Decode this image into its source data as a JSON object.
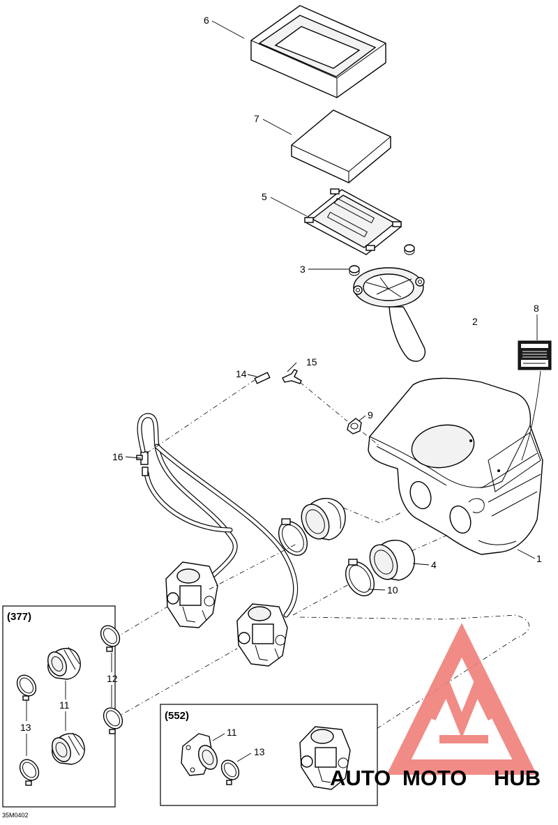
{
  "diagram_code": "35M0402",
  "callouts": {
    "c1": "1",
    "c2": "2",
    "c3": "3",
    "c4": "4",
    "c5": "5",
    "c6": "6",
    "c7": "7",
    "c8": "8",
    "c9": "9",
    "c10": "10",
    "c14": "14",
    "c15": "15",
    "c16": "16"
  },
  "group_377": {
    "label": "(377)",
    "c11": "11",
    "c12": "12",
    "c13": "13"
  },
  "group_552": {
    "label": "(552)",
    "c11": "11",
    "c13": "13"
  },
  "watermark": {
    "part_auto": "AUTO",
    "part_moto": "MOTO",
    "part_hub": "HUB",
    "color_primary": "#f07f7a",
    "color_secondary": "#f5b31e",
    "color_dark": "#8a8a8a"
  }
}
